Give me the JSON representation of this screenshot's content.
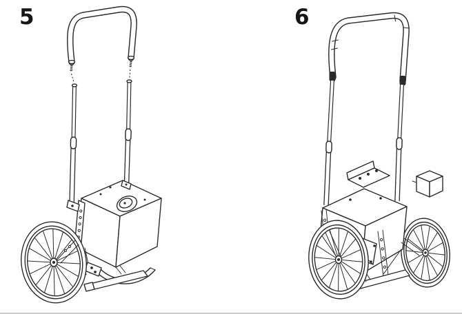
{
  "page": {
    "background_color": "#ffffff",
    "line_color": "#2b2b2b",
    "bottom_rule_color": "#c9c9c9"
  },
  "steps": [
    {
      "number": "5",
      "name": "attach-handlebar-step",
      "illustration": "hand-truck-with-handlebar-aligned-above-poles"
    },
    {
      "number": "6",
      "name": "attach-accessories-step",
      "illustration": "assembled-hand-truck-with-bracket-and-accessory-box"
    }
  ]
}
